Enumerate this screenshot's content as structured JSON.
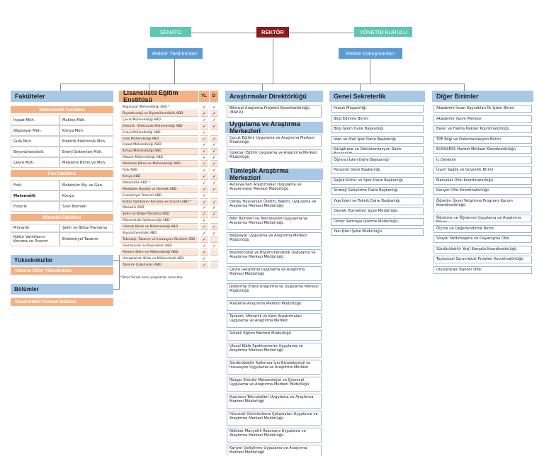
{
  "top": {
    "senato": "SENATO",
    "rektor": "REKTÖR",
    "yonetim": "YÖNETİM KURULU",
    "yardimcilari": "Rektör Yardımcıları",
    "danismanlari": "Rektör Danışmanları"
  },
  "fakulteler": {
    "title": "Fakülteler",
    "muhendislik": {
      "title": "Mühendislik Fakültesi",
      "items": [
        "İnşaat Müh.",
        "Makine Müh.",
        "Bilgisayar Müh.",
        "Kimya Müh.",
        "Gıda Müh.",
        "Elektrik-Elektronik Müh.",
        "Biyomühendislik",
        "Enerji Sistemleri Müh.",
        "Çevre Müh.",
        "Malzeme Bilimi ve Müh."
      ]
    },
    "fen": {
      "title": "Fen Fakültesi",
      "items": [
        "Fizik",
        "Moleküler Biy. ve Gen.",
        "Matematik",
        "Kimya",
        "Fotonik",
        "Sınır Bilimleri"
      ]
    },
    "mimarlik": {
      "title": "Mimarlık Fakültesi",
      "items": [
        "Mimarlık",
        "Şehir ve Bölge Planlama",
        "Kültür Varlıklarını Koruma ve Onarım",
        "Endüstriyel Tasarım"
      ]
    }
  },
  "yuksekokullar": {
    "title": "Yüksekokullar",
    "item": "Yabancı Diller Yüksekokulu"
  },
  "bolumler": {
    "title": "Bölümler",
    "item": "Genel Kültür Dersleri Bölümü"
  },
  "lisansustu": {
    "title": "Lisansüstü Eğitim Enstitüsü",
    "yl": "YL",
    "d": "D",
    "rows": [
      {
        "name": "Bilgisayar Mühendisliği ABD *",
        "yl": "✓",
        "d": "✓"
      },
      {
        "name": "Biyoteknoloji ve Biyomühendislik ABD",
        "yl": "✓",
        "d": "✓"
      },
      {
        "name": "Çevre Mühendisliği ABD",
        "yl": "✓",
        "d": "✓"
      },
      {
        "name": "Elektrik - Elektronik Mühendisliği ABD",
        "yl": "✓",
        "d": "✓"
      },
      {
        "name": "Enerji Mühendisliği ABD",
        "yl": "✓",
        "d": ""
      },
      {
        "name": "Gıda Mühendisliği ABD",
        "yl": "✓",
        "d": "✓"
      },
      {
        "name": "İnşaat Mühendisliği ABD",
        "yl": "✓",
        "d": "✓"
      },
      {
        "name": "Kimya Mühendisliği ABD",
        "yl": "✓",
        "d": "✓"
      },
      {
        "name": "Makine Mühendisliği ABD",
        "yl": "✓",
        "d": "✓"
      },
      {
        "name": "Malzeme Bilimi ve Mühendisliği ABD",
        "yl": "✓",
        "d": "✓"
      },
      {
        "name": "Fizik ABD",
        "yl": "✓",
        "d": "✓"
      },
      {
        "name": "Kimya ABD",
        "yl": "✓",
        "d": "✓"
      },
      {
        "name": "Matematik ABD *",
        "yl": "✓",
        "d": "✓"
      },
      {
        "name": "Moleküler Biyoloji ve Genetik ABD",
        "yl": "✓",
        "d": "✓"
      },
      {
        "name": "Endüstriyel Tasarım ABD",
        "yl": "✓",
        "d": ""
      },
      {
        "name": "Kültür Varlıklarını Koruma ve Onarım ABD *",
        "yl": "✓",
        "d": "✓"
      },
      {
        "name": "Mimarlık ABD",
        "yl": "✓",
        "d": "✓"
      },
      {
        "name": "Şehir ve Bölge Planlama ABD",
        "yl": "✓",
        "d": "✓"
      },
      {
        "name": "Mühendislik İşletmeciliği ABD *",
        "yl": "✓",
        "d": ""
      },
      {
        "name": "Fotonik Bilimi ve Mühendisliği ABD",
        "yl": "✓",
        "d": "✓"
      },
      {
        "name": "Biyomühendislik ABD",
        "yl": "✓",
        "d": "✓"
      },
      {
        "name": "Teknoloji, Tasarım ve İnovasyon Yönetimi ABD",
        "yl": "✓",
        "d": ""
      },
      {
        "name": "Uluslararası Su Kaynakları ABD",
        "yl": "✓",
        "d": "✓"
      },
      {
        "name": "Polimer Bilimi ve Mühendisliği ABD",
        "yl": "✓",
        "d": ""
      },
      {
        "name": "Hesaplamalı Bilim ve Mühendislik ABD",
        "yl": "✓",
        "d": ""
      },
      {
        "name": "Tasarım Çalışmaları ABD",
        "yl": "✓",
        "d": ""
      }
    ],
    "note": "*Tezsiz Yüksek lisans programları mevcuttur."
  },
  "arastirma": {
    "title": "Araştırmalar Direktörlüğü",
    "items": [
      "Bilimsel Araştırma Projeleri Koordinatörlüğü (BAP-K)"
    ]
  },
  "uygulama": {
    "title": "Uygulama ve Araştırma Merkezleri",
    "items": [
      "Çocuk Eğitimi Uygulama ve Araştırma Merkezi Müdürlüğü",
      "Uzaktan Eğitim Uygulama ve Araştırma Merkezi Müdürlüğü"
    ]
  },
  "tumlesik": {
    "title": "Tümleşik Araştırma Merkezleri",
    "items": [
      "Avrasya İleri Araştırmalar Uygulama ve Araştırmalar Merkezi Müdürlüğü",
      "Deney Hayvanları Üretim, Bakım, Uygulama ve Araştırma Merkezi Müdürlüğü",
      "Bitki Bilimleri ve Teknolojileri Uygulama ve Araştırma Merkezi Müdürlüğü",
      "Bilgisayar Uygulama ve Araştırma Merkezi Müdürlüğü",
      "Biyoteknoloji ve Biyomühendislik Uygulama ve Araştırma Merkezi Müdürlüğü",
      "Çevre Geliştirme Uygulama ve Araştırma Merkezi Müdürlüğü",
      "Jeotermal Enerji Araştırma ve Uygulama Merkezi Müdürlüğü",
      "Malzeme Araştırma Merkezi Müdürlüğü",
      "Tasarım, Mimarlık ve Kent Araştırmaları Uygulama ve Araştırma Merkezi",
      "Sürekli Eğitim Merkezi Müdürlüğü",
      "Ulusal Kütle Spektrometre Uygulama ve Araştırma Merkezi Müdürlüğü",
      "Sürdürülebilir Kalkınma İçin Biyoteknoloji ve İnovasyon Uygulama ve Araştırma Merkezi",
      "Rüzgar Enerjisi Meteorolojisi ve Çevresel Uygulama ve Araştırma Merkezi Müdürlüğü",
      "Kuantum Teknolojileri Uygulama ve Araştırma Merkezi Müdürlüğü",
      "Hücresel Görüntüleme Çalışmaları Uygulama ve Araştırma Merkezi Müdürlüğü",
      "Nükleer Manyetik Rezonans Uygulama ve Araştırma Merkezi Müdürlüğü",
      "Kariyer Geliştirme Uygulama ve Araştırma Merkezi Müdürlüğü"
    ]
  },
  "genel": {
    "title": "Genel Sekreterlik",
    "items": [
      "Hukuk Müşavirliği",
      "Bilgi Edinme Birimi",
      "Bilgi İşlem Daire Başkanlığı",
      "İdari ve Mali İşler Daire Başkanlığı",
      "Kütüphane ve Dokümantasyon Daire Başkanlığı",
      "Öğrenci İşleri Daire Başkanlığı",
      "Personel Daire Başkanlığı",
      "Sağlık Kültür ve Spor Daire Başkanlığı",
      "Strateji Geliştirme Daire Başkanlığı",
      "Yapı İşleri ve Teknik Daire Başkanlığı",
      "Destek Hizmetleri Şube Müdürlüğü",
      "Döner Sermaye İşletme Müdürlüğü",
      "Yazı İşleri Şube Müdürlüğü"
    ]
  },
  "diger": {
    "title": "Diğer Birimler",
    "items": [
      "Akademik İnsan Kaynakları İlk İşlem Birimi",
      "Akademik Yazım Merkezi",
      "Basın ve Halkla İlişkiler Koordinatörlüğü",
      "TPE Bilgi ve Dokümantasyon Birimi",
      "EURAXESS Hizmet Merkezi Koordinatörlüğü",
      "İç Denetim",
      "İşyeri Sağlık ve Güvenlik Birimi",
      "Mezunlar Ofisi Koordinatörlüğü",
      "Kariyer Ofisi Koordinatörlüğü",
      "Öğretim Üyesi Yetiştirme Programı Kurum Koordinatörlüğü",
      "Öğretme ve Öğrenme Uygulama ve Araştırma Birimi",
      "Ölçme ve Değerlendirme Birimi",
      "Sosyal Yardımlaşma ve Dayanışma Ofisi",
      "Sürdürülebilir Yeşil Kampüs Koordinatörlüğü",
      "Toplumsal Sorumluluk Projeleri Koordinatörlüğü",
      "Uluslararası İlişkiler Ofisi"
    ]
  },
  "colors": {
    "teal": "#5ec7b4",
    "darkred": "#8c1b1b",
    "blue": "#5b9bd5",
    "lightblue": "#a9c8e6",
    "orange": "#f4b183"
  }
}
